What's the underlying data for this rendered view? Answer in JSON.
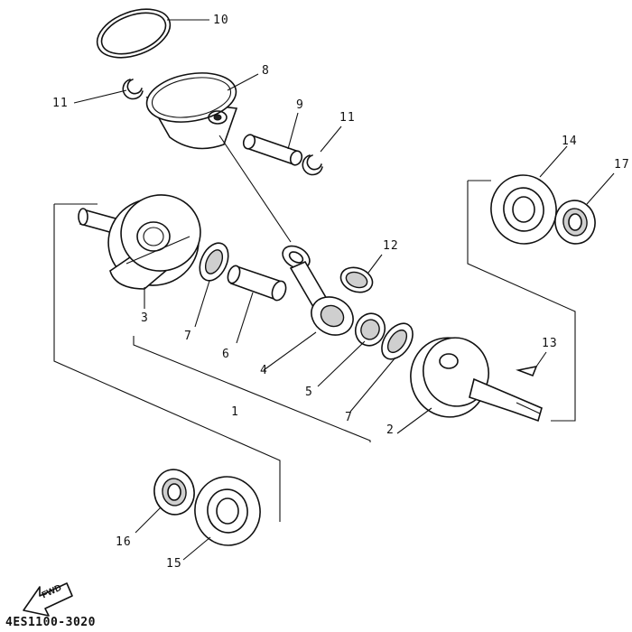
{
  "diagram": {
    "callouts": {
      "c1": "1",
      "c2": "2",
      "c3": "3",
      "c4": "4",
      "c5": "5",
      "c6": "6",
      "c7a": "7",
      "c7b": "7",
      "c8": "8",
      "c9": "9",
      "c10": "10",
      "c11a": "11",
      "c11b": "11",
      "c12": "12",
      "c13": "13",
      "c14": "14",
      "c15": "15",
      "c16": "16",
      "c17": "17"
    },
    "direction_label": "FWD",
    "part_code": "4ES1100-3020"
  }
}
